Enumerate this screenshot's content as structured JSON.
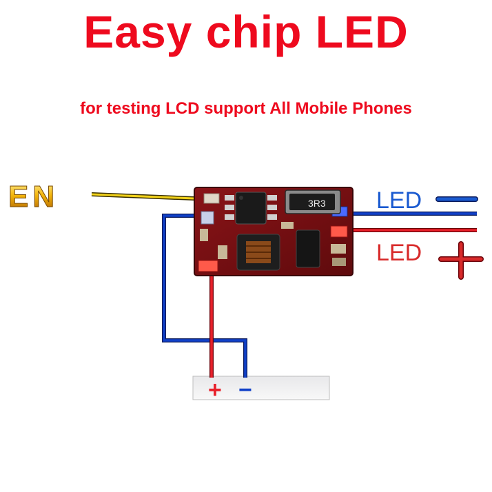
{
  "title": "Easy chip LED",
  "subtitle": "for testing LCD support All Mobile Phones",
  "labels": {
    "enable": "EN",
    "led_negative": "LED",
    "led_positive": "LED",
    "chip_marking": "3R3",
    "battery_plus": "+",
    "battery_minus": "−"
  },
  "colors": {
    "title": "#ee0a1e",
    "wire_en": "#f2d21a",
    "wire_negative": "#1040c8",
    "wire_positive": "#e8202a",
    "board": "#7a0e12",
    "label_blue": "#1a5ad0",
    "label_red": "#d82a2a"
  }
}
